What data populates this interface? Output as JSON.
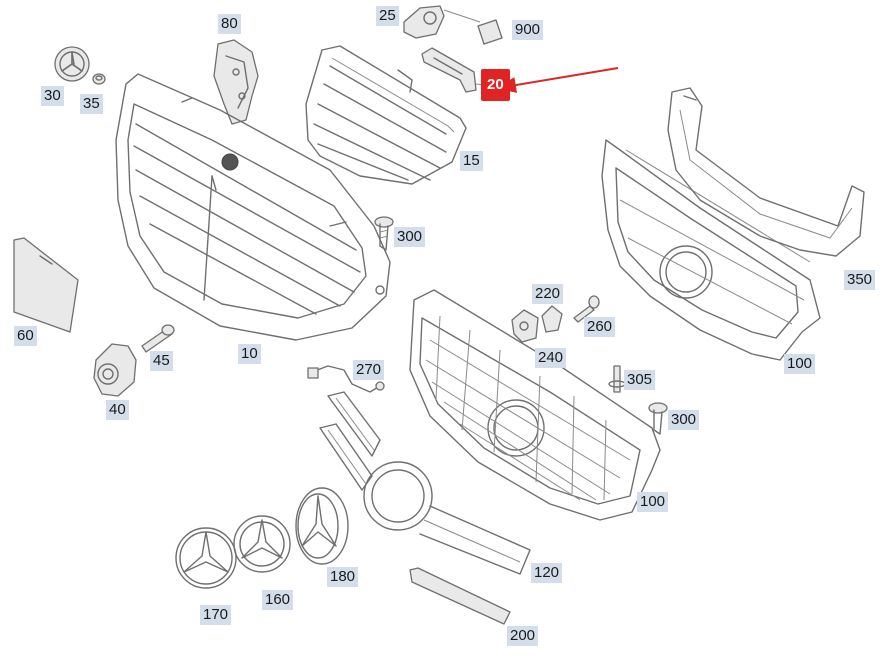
{
  "title": "",
  "accent_color": "#e02424",
  "label_bg_color": "#d3deea",
  "callouts": {
    "c30": "30",
    "c35": "35",
    "c80": "80",
    "c25": "25",
    "c900": "900",
    "c20": "20",
    "c15": "15",
    "c300a": "300",
    "c350": "350",
    "c60": "60",
    "c45": "45",
    "c10": "10",
    "c40": "40",
    "c270": "270",
    "c220": "220",
    "c260": "260",
    "c240": "240",
    "c100a": "100",
    "c305": "305",
    "c300b": "300",
    "c100b": "100",
    "c170": "170",
    "c160": "160",
    "c180": "180",
    "c120": "120",
    "c200": "200"
  },
  "highlighted_part": "20"
}
